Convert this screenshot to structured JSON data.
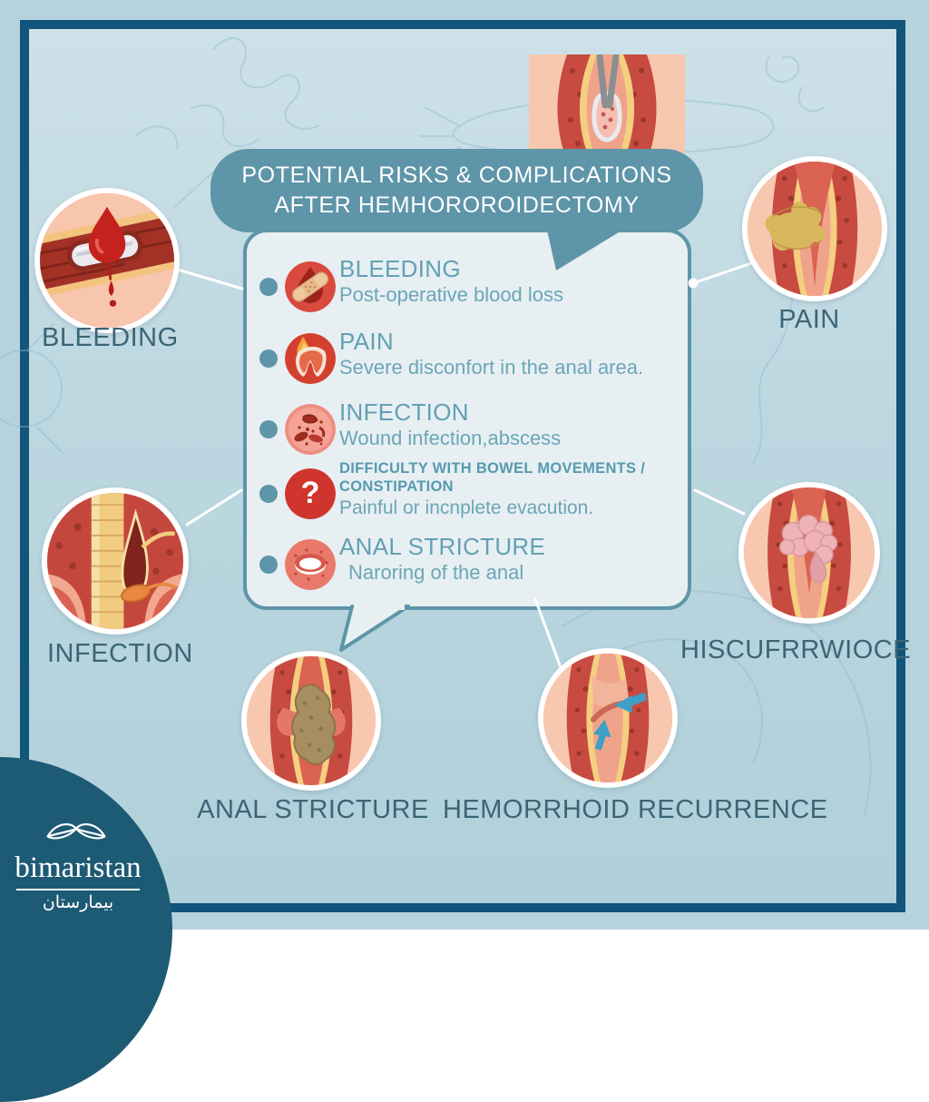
{
  "title": {
    "line1": "POTENTIAL RISKS & COMPLICATIONS",
    "line2": "AFTER HEMHOROROIDECTOMY"
  },
  "list": {
    "items": [
      {
        "icon": "blood-drop-bandage-icon",
        "heading": "BLEEDING",
        "description": "Post-operative blood loss"
      },
      {
        "icon": "burning-pain-icon",
        "heading": "PAIN",
        "description": "Severe disconfort in the anal area."
      },
      {
        "icon": "bacteria-icon",
        "heading": "INFECTION",
        "description": "Wound infection,abscess"
      },
      {
        "icon": "question-mark-icon",
        "heading": "DIFFICULTY WITH BOWEL MOVEMENTS / CONSTIPATION",
        "description": "Painful or incnplete evacution."
      },
      {
        "icon": "narrowed-ring-icon",
        "heading": "ANAL STRICTURE",
        "description": "Naroring of the anal"
      }
    ]
  },
  "callouts": [
    {
      "id": "bleeding",
      "label": "BLEEDING"
    },
    {
      "id": "pain",
      "label": "PAIN"
    },
    {
      "id": "infection",
      "label": "INFECTION"
    },
    {
      "id": "skin-tags",
      "label": "HISCUFRRWIOCE"
    },
    {
      "id": "anal-stricture",
      "label": "ANAL STRICTURE"
    },
    {
      "id": "hemorrhoid-recurrence",
      "label": "HEMORRHOID RECURRENCE"
    }
  ],
  "brand": {
    "name": "bimaristan",
    "arabic_name": "بيمارستان",
    "icon": "butterfly-leaves-icon"
  },
  "colors": {
    "frame_border": "#11547c",
    "canvas": "#bfdae3",
    "bubble": "#5e95a8",
    "panel_bg": "#e9f0f2",
    "panel_border": "#5e95a8",
    "list_heading": "#63a0b4",
    "list_description": "#6ba6b7",
    "callout_label": "#3b6577",
    "logo_bg": "#1d5a73",
    "arrow_accent": "#3f9fc6"
  }
}
